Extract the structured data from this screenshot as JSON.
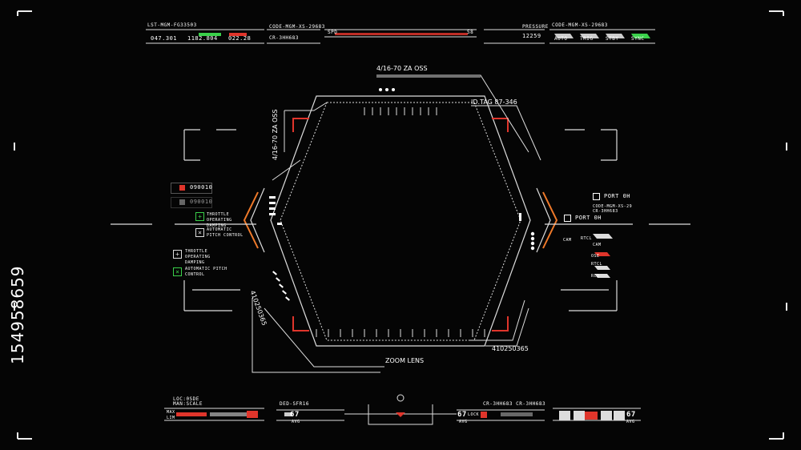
{
  "top_bar": {
    "left_code": "LST-MGM-FG33503",
    "left_sub_1": "047.301",
    "left_sub_2": "1182.804",
    "left_sub_3": "022.28",
    "mid_code_1": "CODE-MGM-XS-29683",
    "mid_code_2": "CR-3HH683",
    "spd_label": "SPD",
    "spd_value": "58",
    "right_code": "CODE-MGM-XS-29683",
    "pressure_label": "PRESSURE",
    "pressure_value": "12259",
    "status_labels": [
      "AUTO",
      "TRIG",
      "STBY",
      "SYNC"
    ]
  },
  "center": {
    "top_tag": "4/16-70 ZA OSS",
    "id_tag": "ID.TAG 87-346",
    "left_vertical_tag": "4/16-70 ZA OSS",
    "bottom_left_vertical": "410250365",
    "bottom_right_num": "410250365",
    "zoom_label": "ZOOM LENS"
  },
  "left_panel": {
    "record_1": "090010",
    "record_2": "090010",
    "options": [
      {
        "label": "THROTTLE OPERATING DAMPING",
        "symbol": "+",
        "color": "#3ad04a"
      },
      {
        "label": "AUTOMATIC PITCH CONTROL",
        "symbol": "×",
        "color": "#dddddd"
      },
      {
        "label": "THROTTLE OPERATING DAMPING",
        "symbol": "+",
        "color": "#dddddd"
      },
      {
        "label": "AUTOMATIC PITCH CONTROL",
        "symbol": "×",
        "color": "#3ad04a"
      }
    ]
  },
  "right_panel": {
    "port_1": "PORT 0H",
    "port_2": "PORT 0H",
    "code_1": "CODE-MGM-XS-29",
    "code_2": "CR-3HH683",
    "labels": [
      "CAM",
      "RTCL",
      "CAM",
      "OSE",
      "RTCL",
      "RCD"
    ]
  },
  "bottom_bar": {
    "left_label_1": "LOC:0SDE",
    "left_label_2": "MAN:SCALE",
    "mid_code": "DED-SFR16",
    "right_code": "CR-3HH683  CR-3HH683",
    "max_label": "MAX",
    "lim_label": "LIM",
    "avg_value_1": "67",
    "avg_label": "AVG",
    "avg_value_2": "67",
    "avg_value_3": "67",
    "lock_label": "LOCK"
  },
  "watermark_id": "154958659",
  "colors": {
    "accent_red": "#e0352b",
    "accent_orange": "#f07a2a",
    "accent_green": "#3ad04a",
    "line": "#dcdcdc"
  }
}
